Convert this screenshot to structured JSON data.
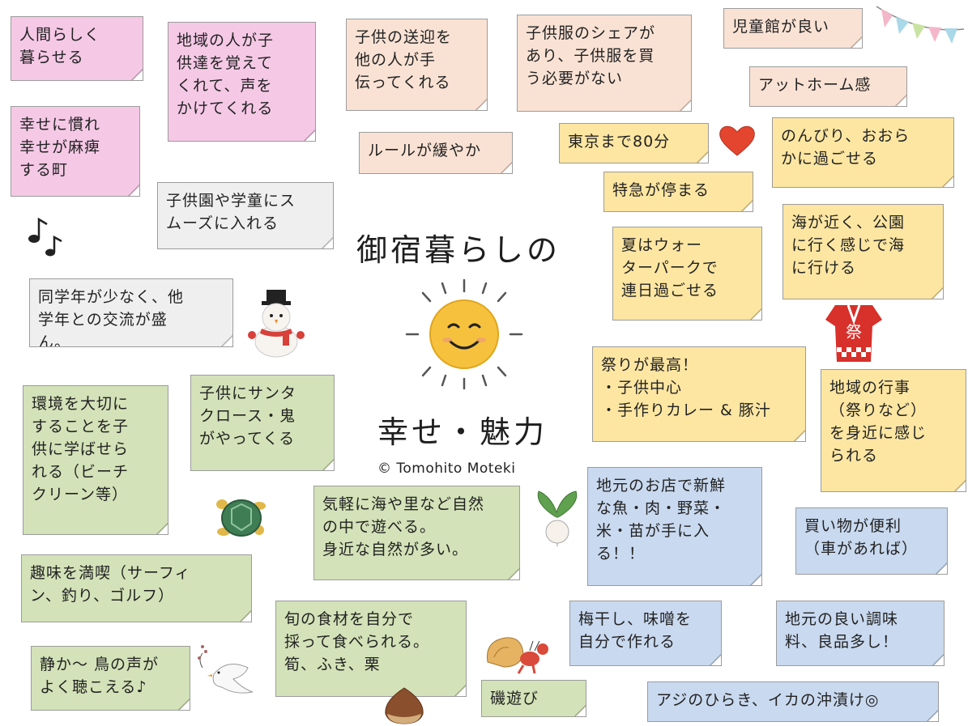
{
  "title_line1": "御宿暮らしの",
  "title_line2": "幸せ・魅力",
  "credit": "© Tomohito Moteki",
  "colors": {
    "pink": "#f5c9e6",
    "peach": "#f9e2d4",
    "gray": "#efefef",
    "yellow": "#fde6a2",
    "green": "#d3e2b8",
    "blue": "#c9d9ef"
  },
  "notes": {
    "n1": "人間らしく\n暮らせる",
    "n2": "幸せに慣れ\n幸せが麻痺\nする町",
    "n3": "地域の人が子\n供達を覚えて\nくれて、声を\nかけてくれる",
    "n4": "子供の送迎を\n他の人が手\n伝ってくれる",
    "n5": "子供服のシェアが\nあり、子供服を買\nう必要がない",
    "n6": "児童館が良い",
    "n7": "アットホーム感",
    "n8": "ルールが緩やか",
    "n9": "東京まで80分",
    "n10": "のんびり、おおら\nかに過ごせる",
    "n11": "特急が停まる",
    "n12": "子供園や学童にス\nムーズに入れる",
    "n13": "海が近く、公園\nに行く感じで海\nに行ける",
    "n14": "夏はウォー\nターパークで\n連日過ごせる",
    "n15": "同学年が少なく、他\n学年との交流が盛\nん。",
    "n16": "祭りが最高！\n・子供中心\n・手作りカレー & 豚汁",
    "n17": "地域の行事\n（祭りなど）\nを身近に感じ\nられる",
    "n18": "環境を大切に\nすることを子\n供に学ばせら\nれる（ビーチ\nクリーン等）",
    "n19": "子供にサンタ\nクロース・鬼\nがやってくる",
    "n20": "気軽に海や里など自然\nの中で遊べる。\n身近な自然が多い。",
    "n21": "地元のお店で新鮮\nな魚・肉・野菜・\n米・苗が手に入\nる！！",
    "n22": "買い物が便利\n（車があれば）",
    "n23": "趣味を満喫（サーフィ\nン、釣り、ゴルフ）",
    "n24": "旬の食材を自分で\n採って食べられる。\n筍、ふき、栗",
    "n25": "梅干し、味噌を\n自分で作れる",
    "n26": "地元の良い調味\n料、良品多し！",
    "n27": "静か〜 鳥の声が\nよく聴こえる♪",
    "n28": "磯遊び",
    "n29": "アジのひらき、イカの沖漬け◎"
  },
  "icons": {
    "bunting": "bunting-icon",
    "heart": "heart-icon",
    "music": "music-note-icon",
    "snowman": "snowman-icon",
    "sun": "sun-icon",
    "happi": "festival-happi-icon",
    "happi_char": "祭",
    "turtle": "turtle-icon",
    "radish": "turnip-icon",
    "bird": "dove-icon",
    "hermit_crab": "hermit-crab-icon",
    "chestnut": "chestnut-icon"
  }
}
